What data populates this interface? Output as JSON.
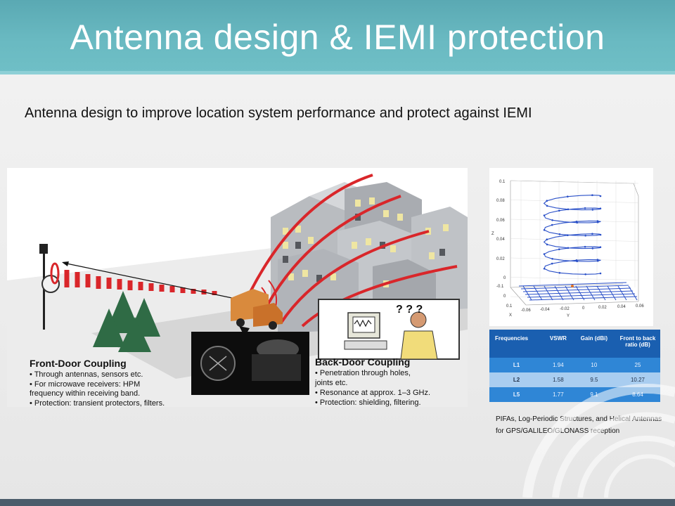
{
  "slide": {
    "title": "Antenna design & IEMI protection",
    "subtitle": "Antenna design to improve location system performance and protect against IEMI",
    "caption": "PIFAs, Log-Periodic Structures, and Helical Antennas for GPS/GALILEO/GLONASS reception"
  },
  "illustration": {
    "front_door": {
      "heading": "Front-Door Coupling",
      "bullets": [
        "• Through antennas, sensors etc.",
        "• For microwave receivers: HPM",
        "  frequency within receiving band.",
        "• Protection: transient protectors, filters."
      ]
    },
    "back_door": {
      "heading": "Back-Door Coupling",
      "bullets": [
        "• Penetration through holes,",
        "  joints etc.",
        "• Resonance at approx. 1–3 GHz.",
        "• Protection: shielding, filtering."
      ]
    }
  },
  "helix_plot": {
    "z_ticks": [
      "0.1",
      "0.08",
      "0.06",
      "0.04",
      "0.02",
      "0"
    ],
    "z_label": "Z",
    "x_ticks": [
      "-0.1",
      "0",
      "0.1"
    ],
    "x_label": "X",
    "y_ticks": [
      "-0.06",
      "-0.04",
      "-0.02",
      "0",
      "0.02",
      "0.04",
      "0.06"
    ],
    "y_label": "Y"
  },
  "table": {
    "headers": [
      "Frequencies",
      "VSWR",
      "Gain (dBi)",
      "Front to back ratio (dB)"
    ],
    "rows": [
      [
        "L1",
        "1.94",
        "10",
        "25"
      ],
      [
        "L2",
        "1.58",
        "9.5",
        "10.27"
      ],
      [
        "L5",
        "1.77",
        "9.1",
        "8.64"
      ]
    ]
  },
  "colors": {
    "title_bar": "#69b9c1",
    "table_header": "#1a5fb0",
    "table_row_dark": "#2f86d6",
    "table_row_light": "#a9cdf0",
    "wave_red": "#d9262a"
  }
}
